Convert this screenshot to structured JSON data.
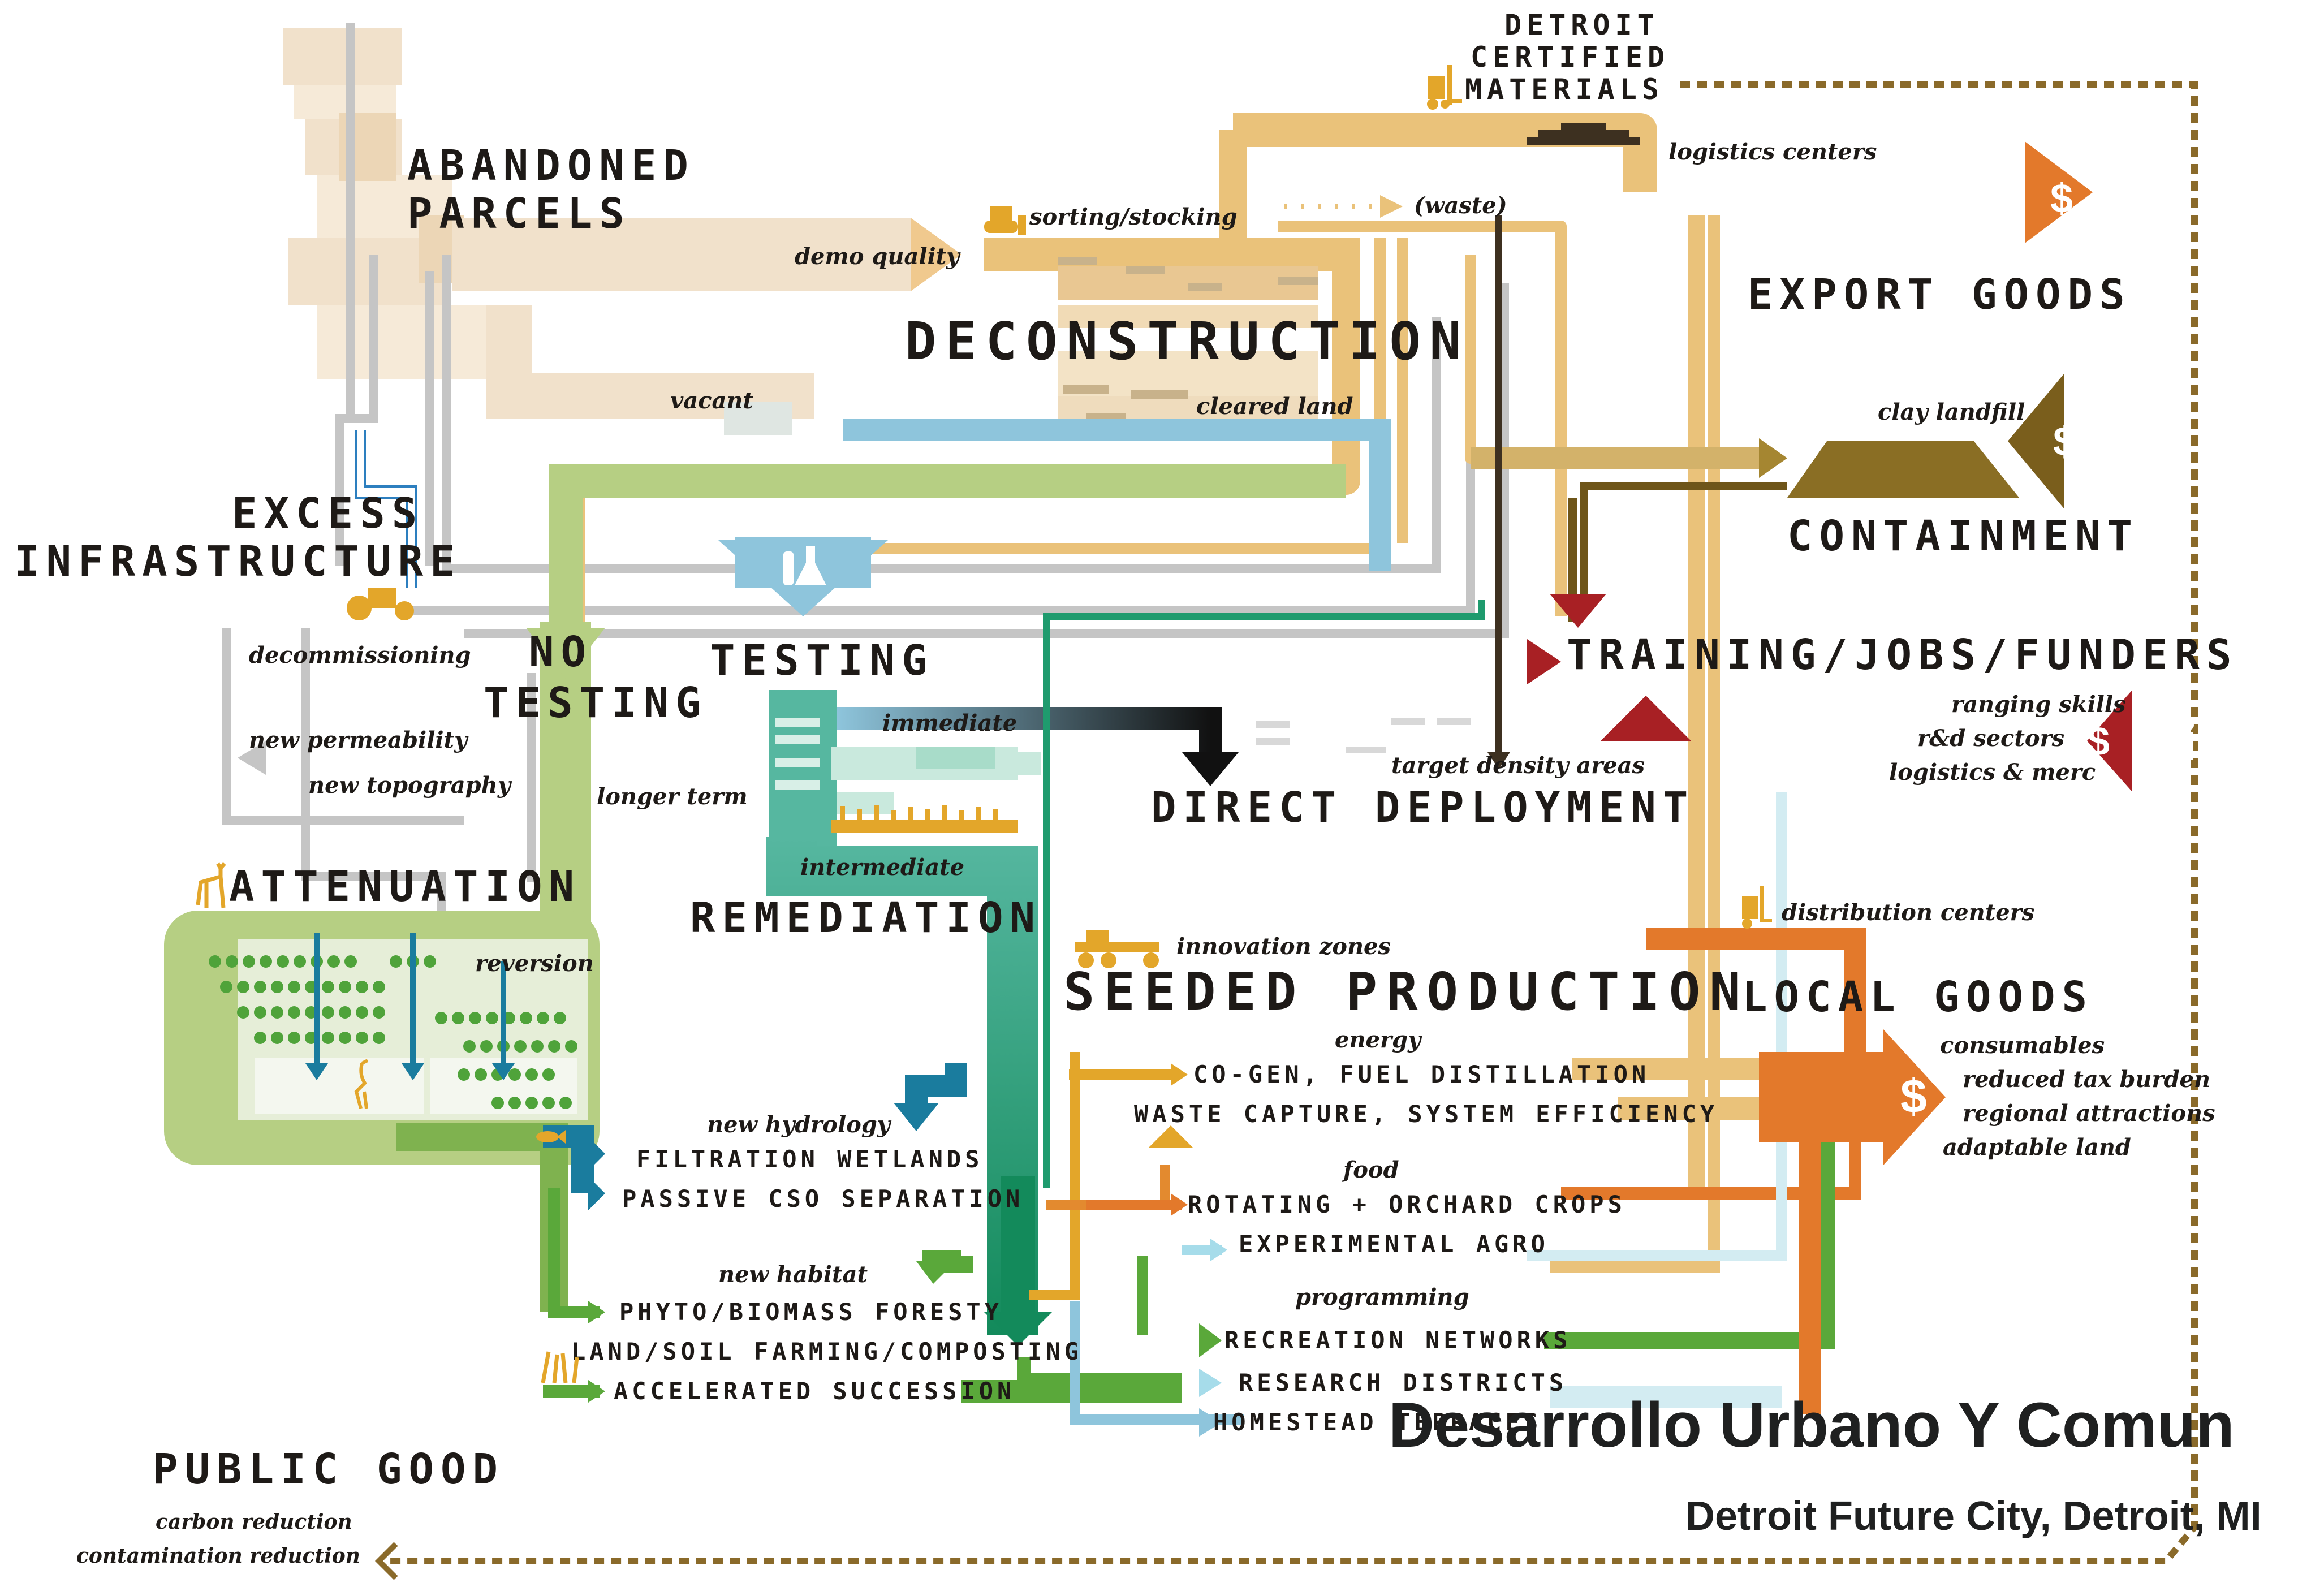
{
  "headings": {
    "abandoned_parcels": [
      "ABANDONED",
      "PARCELS"
    ],
    "excess_infrastructure": [
      "EXCESS",
      "INFRASTRUCTURE"
    ],
    "deconstruction": "DECONSTRUCTION",
    "detroit_certified_materials": [
      "DETROIT",
      "CERTIFIED",
      "MATERIALS"
    ],
    "export_goods": "EXPORT GOODS",
    "containment": "CONTAINMENT",
    "training_jobs_funders": "TRAINING/JOBS/FUNDERS",
    "no_testing": [
      "NO",
      "TESTING"
    ],
    "testing": "TESTING",
    "direct_deployment": "DIRECT DEPLOYMENT",
    "attenuation": "ATTENUATION",
    "remediation": "REMEDIATION",
    "seeded_production": "SEEDED PRODUCTION",
    "local_goods": "LOCAL GOODS",
    "public_good": "PUBLIC GOOD"
  },
  "flow_labels": {
    "demo_quality": "demo quality",
    "sorting_stocking": "sorting/stocking",
    "waste": "(waste)",
    "logistics_centers": "logistics centers",
    "vacant": "vacant",
    "cleared_land": "cleared land",
    "clay_landfill": "clay landfill",
    "decommissioning": "decommissioning",
    "new_permeability": "new permeability",
    "new_topography": "new topography",
    "immediate": "immediate",
    "longer_term": "longer term",
    "intermediate": "intermediate",
    "target_density_areas": "target density areas",
    "reversion": "reversion",
    "innovation_zones": "innovation zones",
    "distribution_centers": "distribution centers",
    "new_hydrology": "new hydrology",
    "new_habitat": "new habitat",
    "energy": "energy",
    "food": "food",
    "programming": "programming"
  },
  "funders_list": [
    "ranging skills",
    "r&d sectors",
    "logistics & merc"
  ],
  "local_goods_list": [
    "consumables",
    "reduced tax burden",
    "regional attractions",
    "adaptable land"
  ],
  "public_good_list": [
    "carbon reduction",
    "contamination reduction"
  ],
  "outcomes": {
    "energy": [
      "CO-GEN, FUEL DISTILLATION",
      "WASTE CAPTURE, SYSTEM EFFICIENCY"
    ],
    "hydrology": [
      "FILTRATION WETLANDS",
      "PASSIVE CSO SEPARATION"
    ],
    "food": [
      "ROTATING + ORCHARD CROPS",
      "EXPERIMENTAL AGRO"
    ],
    "habitat": [
      "PHYTO/BIOMASS FORESTY",
      "LAND/SOIL FARMING/COMPOSTING",
      "ACCELERATED SUCCESSION"
    ],
    "programming": [
      "RECREATION NETWORKS",
      "RESEARCH DISTRICTS",
      "HOMESTEAD TERRACES"
    ]
  },
  "money_symbol": "$",
  "caption": {
    "title": "Desarrollo Urbano Y Comun",
    "subtitle": "Detroit Future City, Detroit, MI"
  },
  "colors": {
    "ink": "#1e1a17",
    "parcel_tan": "#f1e1cb",
    "deconstruction_gold": "#eac27a",
    "export_orange": "#e3792b",
    "containment_olive": "#8a6e24",
    "training_red": "#a82024",
    "testing_blue": "#8ec5dc",
    "infrastructure_grey": "#c5c5c5",
    "notesting_green": "#b6cf83",
    "attenuation_green": "#a7c46a",
    "remediation_teal": "#1f9b6e",
    "hydrology_blue": "#1a7c9e",
    "habitat_green": "#5aa83a",
    "tree_green": "#4fa33a",
    "icon_gold": "#e3a62a",
    "dashed_border": "#8a6a2a"
  },
  "icons": [
    "forklift-icon",
    "steamroller-icon",
    "bulldozer-icon",
    "flask-icon",
    "truck-icon",
    "ship-icon",
    "deer-icon",
    "heron-icon",
    "grader-icon",
    "people-icon",
    "dollar-icon"
  ]
}
